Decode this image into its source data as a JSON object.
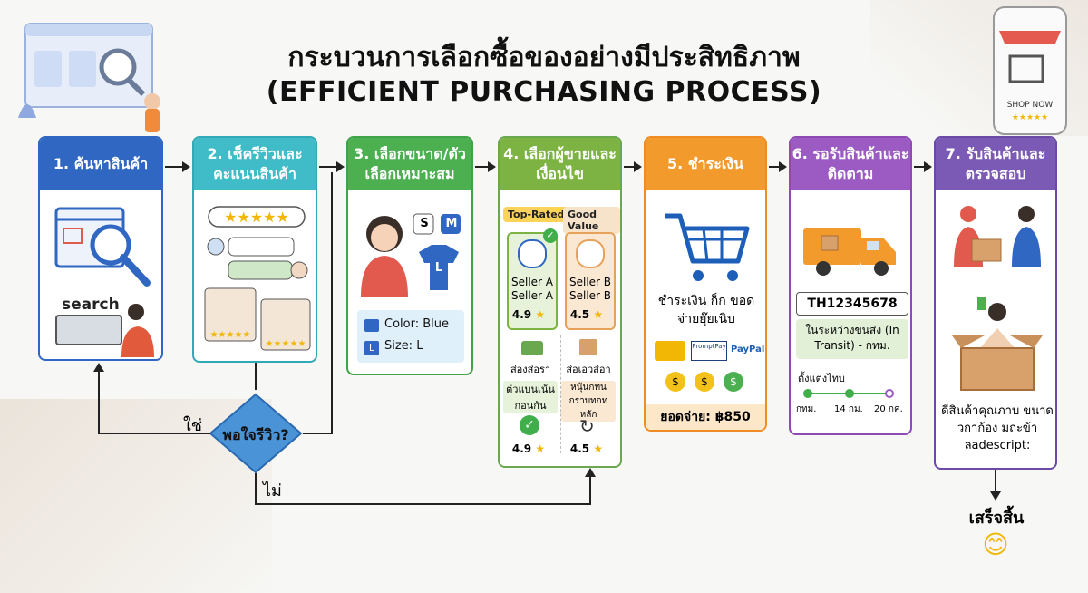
{
  "title": {
    "thai": "กระบวนการเลือกซื้อของอย่างมีประสิทธิภาพ",
    "english": "(EFFICIENT PURCHASING PROCESS)"
  },
  "steps": [
    {
      "label": "1. ค้นหาสินค้า",
      "search_word": "search"
    },
    {
      "label": "2. เช็ครีวิวและคะแนนสินค้า"
    },
    {
      "label": "3. เลือกขนาด/ตัวเลือกเหมาะสม",
      "size_s": "S",
      "size_m": "M",
      "shirt_size": "L",
      "color_text": "Color: Blue",
      "size_text": "Size: L",
      "size_badge": "L"
    },
    {
      "label": "4. เลือกผู้ขายและเงื่อนไข",
      "tag_a": "Top-Rated",
      "tag_b": "Good Value",
      "seller_a_1": "Seller A",
      "seller_a_2": "Seller A",
      "seller_a_rating": "4.9",
      "seller_b_1": "Seller B",
      "seller_b_2": "Seller B",
      "seller_b_rating": "4.5",
      "ship_a": "ส่องส่อรา",
      "ship_b": "ส่อเอวส่อา",
      "cond_a": "ต่วแบนเน้นกอนกัน",
      "cond_b": "หนุ้นกทน กราบทกทหลัก",
      "final_a": "4.9",
      "final_b": "4.5"
    },
    {
      "label": "5. ชำระเงิน",
      "pay_text": "ชำระเงิน ก็ก ขอดจ่ายยุ๊ยเนิบ",
      "promptpay": "PromptPay",
      "paypal": "PayPal",
      "total": "ยอดจ่าย: ฿850"
    },
    {
      "label": "6. รอรับสินค้าและติดตาม",
      "tracking": "TH12345678",
      "status": "ในระหว่างขนส่ง (In Transit) - กทม.",
      "timeline_title": "ตั้งแตงไทบ",
      "tl_1": "กทม.",
      "tl_2": "14 กม.",
      "tl_3": "20 กค."
    },
    {
      "label": "7. รับสินค้าและตรวจสอบ",
      "check_text": "ดีสินค้าคุณภาบ ขนาดวกาก้อง มถะข้าลadescript:"
    }
  ],
  "decision": {
    "question": "พอใจรีวิว?",
    "yes": "ใช่",
    "no": "ไม่"
  },
  "end": {
    "label": "เสร็จสิ้น",
    "emoji": "😊"
  },
  "phone": {
    "shop_now": "SHOP NOW"
  },
  "colors": {
    "step1": "#2f67c2",
    "step2": "#3fbcc7",
    "step3": "#4caf50",
    "step4": "#7cb342",
    "step5": "#f39a2d",
    "step6": "#9c5bc2",
    "step7": "#7a5ab5"
  }
}
